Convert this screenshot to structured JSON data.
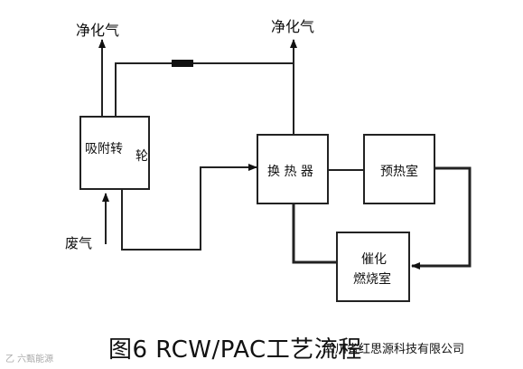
{
  "labels": {
    "purified_gas_left": "净化气",
    "purified_gas_right": "净化气",
    "waste_gas": "废气"
  },
  "boxes": {
    "adsorption_wheel": {
      "line1": "吸附转",
      "line2": "轮"
    },
    "heat_exchanger": "换 热 器",
    "preheat_chamber": "预热室",
    "catalytic_combustion": {
      "line1": "催化",
      "line2": "燃烧室"
    }
  },
  "caption": "图6  RCW/PAC工艺流程",
  "watermarks": {
    "company": "四川省红思源科技有限公司",
    "brand": "乙 六甄能源"
  }
}
